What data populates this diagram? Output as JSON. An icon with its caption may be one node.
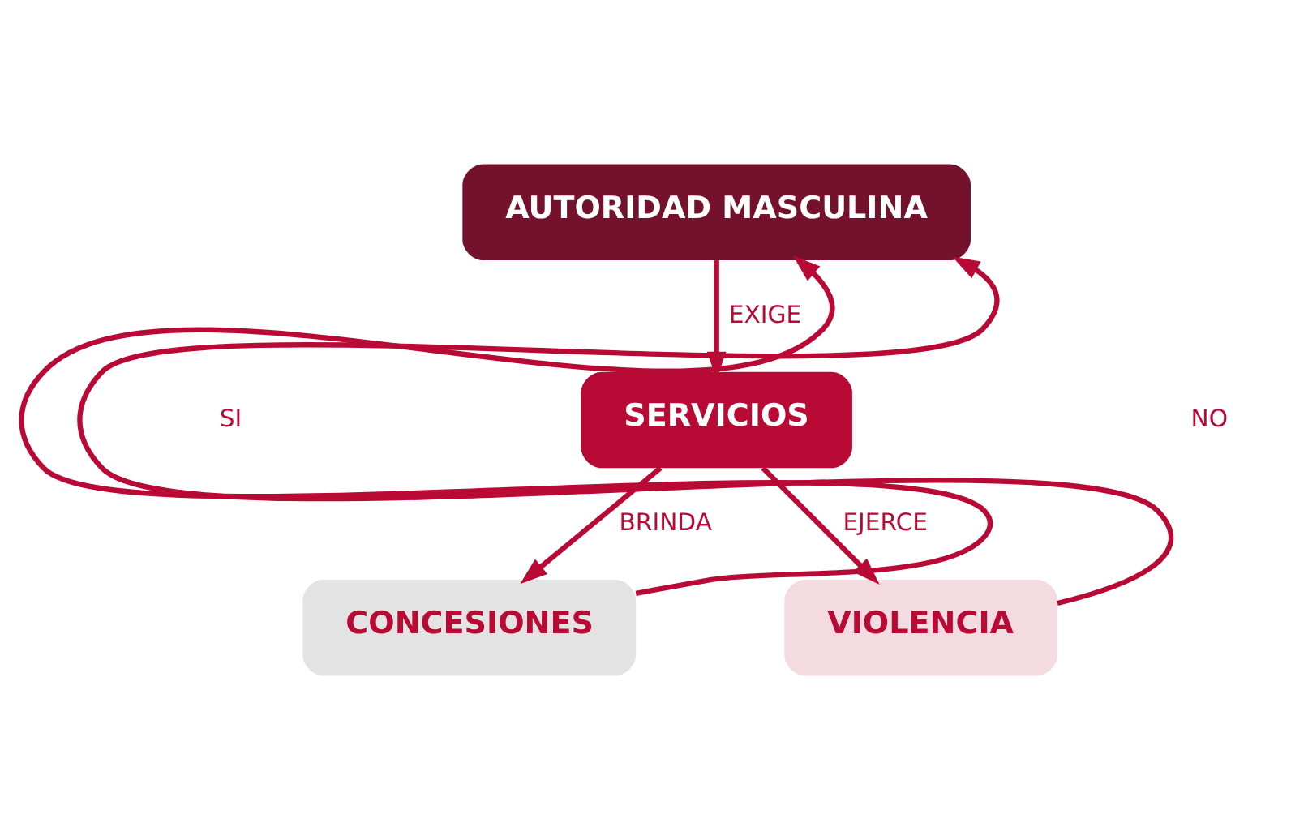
{
  "diagram": {
    "nodes": [
      {
        "text": [
          "AUTORIDAD MASCULINA"
        ]
      },
      {
        "text": [
          "SERVICIOS"
        ]
      },
      {
        "text": [
          "CONCESIONES"
        ]
      },
      {
        "text": [
          "VIOLENCIA"
        ]
      }
    ],
    "edges": [
      {
        "from": 0,
        "to": 1,
        "arrow": "to",
        "label": "EXIGE"
      },
      {
        "from": 1,
        "to": 2,
        "arrow": "to",
        "label": "BRINDA"
      },
      {
        "from": 1,
        "to": 3,
        "arrow": "to",
        "label": "EJERCE"
      },
      {
        "from": 2,
        "to": 0,
        "arrow": "to"
      },
      {
        "from": 3,
        "to": 0,
        "arrow": "to"
      }
    ],
    "labels": [
      "SI",
      "NO"
    ]
  }
}
